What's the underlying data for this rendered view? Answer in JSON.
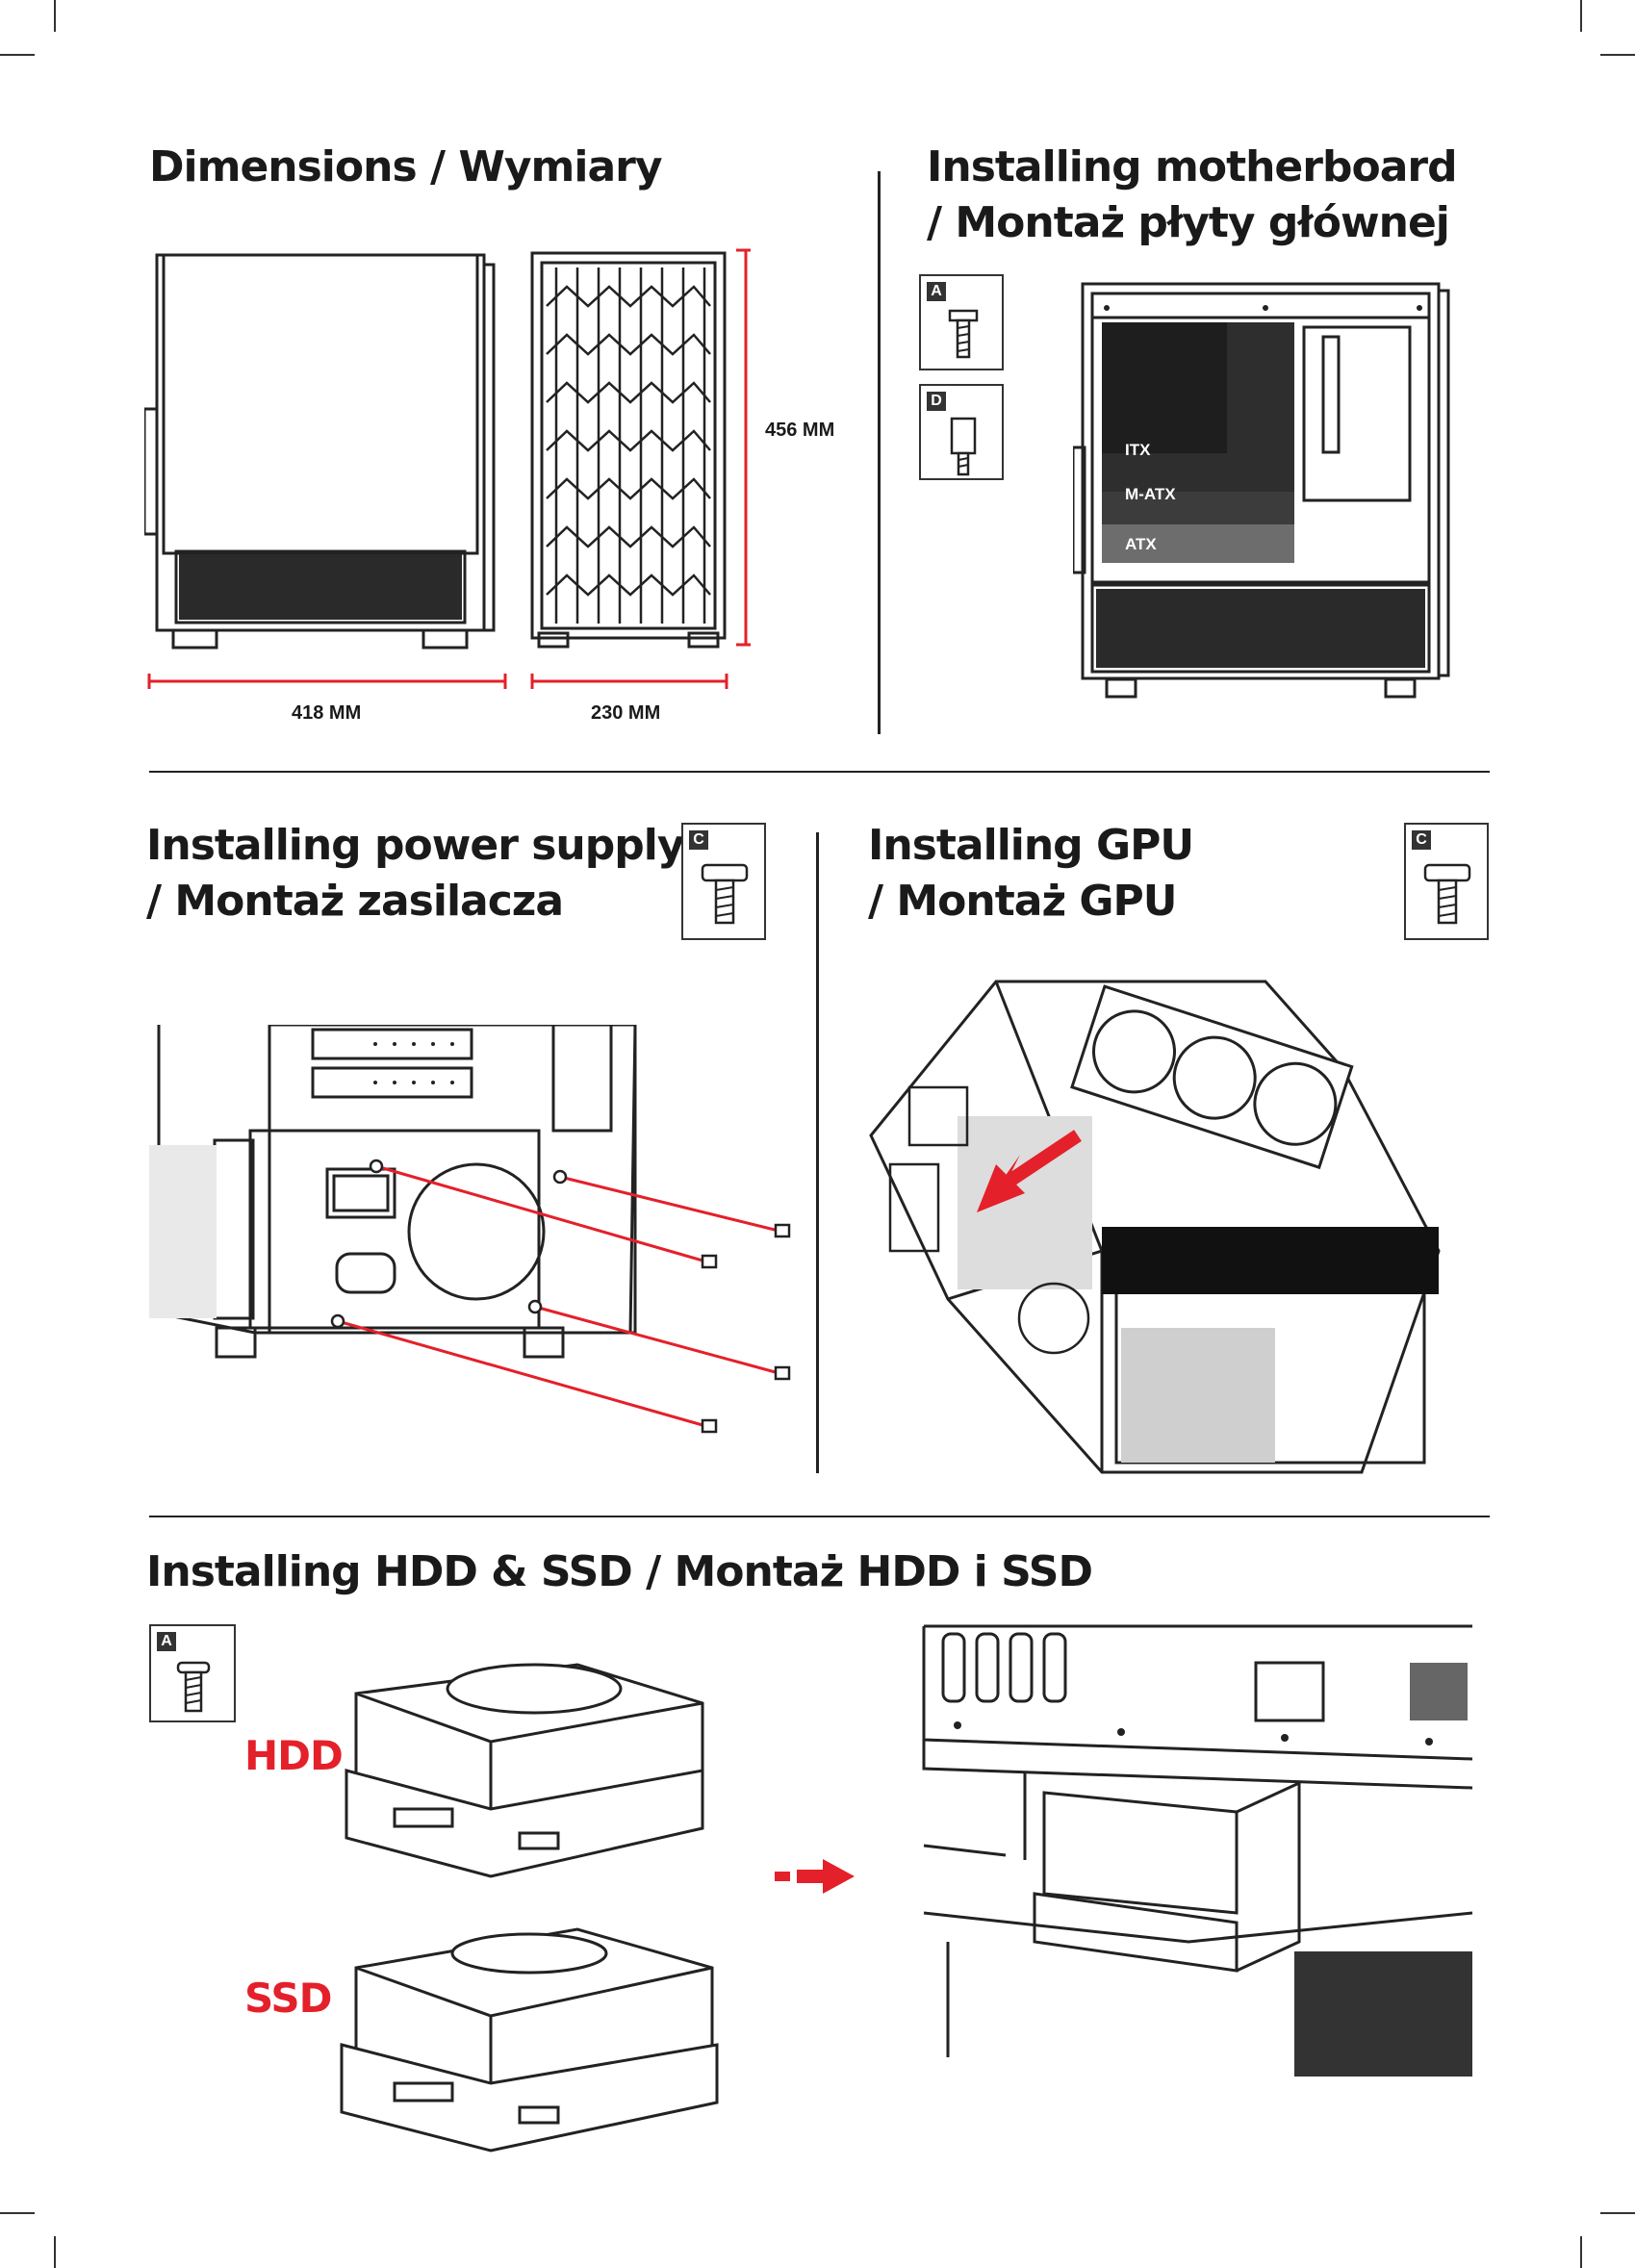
{
  "sections": {
    "dimensions": {
      "title": "Dimensions / Wymiary"
    },
    "motherboard": {
      "title_line1": "Installing motherboard",
      "title_line2": "/ Montaż płyty głównej"
    },
    "psu": {
      "title_line1": "Installing power supply",
      "title_line2": "/ Montaż zasilacza"
    },
    "gpu": {
      "title_line1": "Installing GPU",
      "title_line2": "/ Montaż GPU"
    },
    "storage": {
      "title": "Installing HDD & SSD / Montaż HDD i SSD"
    }
  },
  "dimensions": {
    "height": "456 MM",
    "length": "418 MM",
    "width": "230 MM"
  },
  "motherboard_sizes": {
    "itx": "ITX",
    "matx": "M-ATX",
    "atx": "ATX"
  },
  "screw_badges": {
    "a": "A",
    "d": "D",
    "c": "C"
  },
  "storage_labels": {
    "hdd": "HDD",
    "ssd": "SSD"
  },
  "colors": {
    "accent": "#e4202a",
    "ink": "#1a1a1a"
  }
}
